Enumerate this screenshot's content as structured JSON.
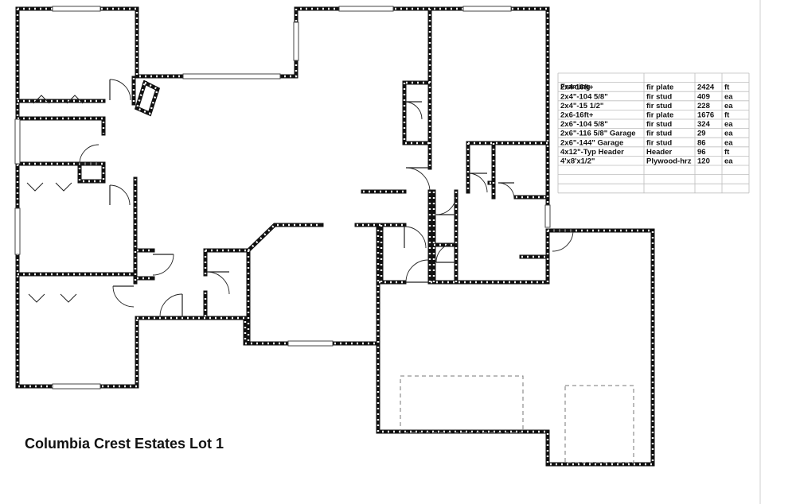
{
  "title": "Columbia Crest Estates Lot 1",
  "framing_schedule": {
    "heading": "Framing",
    "rows": [
      {
        "item": "2x4-16ft+",
        "material": "fir plate",
        "qty": "2424",
        "unit": "ft"
      },
      {
        "item": "2x4\"-104 5/8\"",
        "material": "fir stud",
        "qty": "409",
        "unit": "ea"
      },
      {
        "item": "2x4\"-15 1/2\"",
        "material": "fir stud",
        "qty": "228",
        "unit": "ea"
      },
      {
        "item": "2x6-16ft+",
        "material": "fir plate",
        "qty": "1676",
        "unit": "ft"
      },
      {
        "item": "2x6\"-104 5/8\"",
        "material": "fir stud",
        "qty": "324",
        "unit": "ea"
      },
      {
        "item": "2x6\"-116 5/8\" Garage",
        "material": "fir stud",
        "qty": "29",
        "unit": "ea"
      },
      {
        "item": "2x6\"-144\" Garage",
        "material": "fir stud",
        "qty": "86",
        "unit": "ea"
      },
      {
        "item": "4x12\"-Typ Header",
        "material": "Header",
        "qty": "96",
        "unit": "ft"
      },
      {
        "item": "4'x8'x1/2\"",
        "material": "Plywood-hrz",
        "qty": "120",
        "unit": "ea"
      }
    ]
  },
  "colors": {
    "wall": "#111111",
    "background": "#ffffff",
    "grid": "#bdbdbd"
  }
}
